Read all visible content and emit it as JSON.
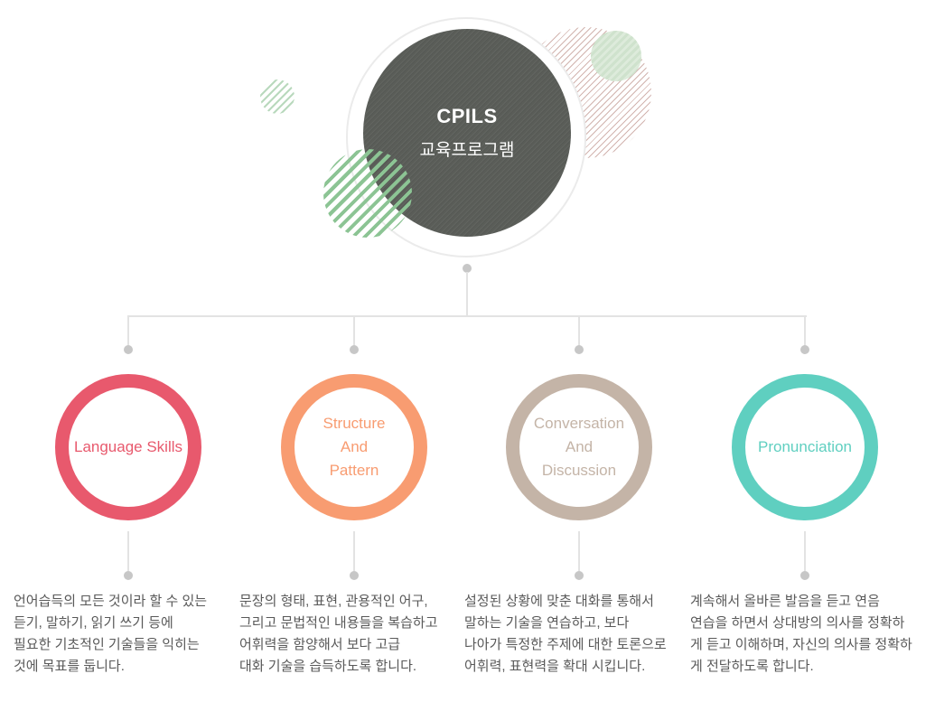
{
  "hub": {
    "title_line1": "CPILS",
    "title_line2": "교육프로그램",
    "circle_color": "#5a5d58"
  },
  "connectors": {
    "line_color": "#e3e3e3",
    "dot_color": "#c7c7c7"
  },
  "decor_colors": {
    "green_stripe": "#8cc494",
    "rose_stripe": "#d2b4af",
    "soft_green": "#cfe2cd"
  },
  "programs": [
    {
      "label": "Language Skills",
      "color": "#e8596d",
      "description": "언어습득의 모든 것이라 할 수 있는\n듣기, 말하기, 읽기 쓰기 등에\n필요한 기초적인 기술들을 익히는\n것에 목표를 둡니다."
    },
    {
      "label": "Structure\nAnd\nPattern",
      "color": "#f89c71",
      "description": "문장의 형태, 표현, 관용적인 어구,\n그리고 문법적인 내용들을 복습하고\n어휘력을 함양해서 보다 고급\n대화 기술을 습득하도록 합니다."
    },
    {
      "label": "Conversation\nAnd\nDiscussion",
      "color": "#c4b4a7",
      "description": "설정된 상황에 맞춘 대화를 통해서\n말하는 기술을 연습하고, 보다\n나아가 특정한 주제에 대한 토론으로\n어휘력, 표현력을 확대 시킵니다."
    },
    {
      "label": "Pronunciation",
      "color": "#5fcfc0",
      "description": "계속해서 올바른 발음을 듣고 연음\n연습을 하면서 상대방의 의사를 정확하\n게 듣고 이해하며, 자신의 의사를 정확하\n게 전달하도록 합니다."
    }
  ]
}
